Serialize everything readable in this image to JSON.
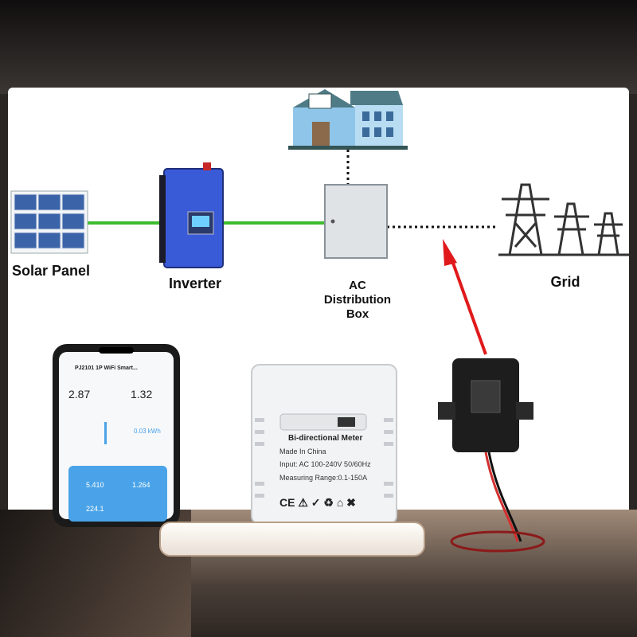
{
  "labels": {
    "solar_panel": "Solar Panel",
    "inverter": "Inverter",
    "ac_box": "AC\nDistribution\nBox",
    "grid": "Grid"
  },
  "phone": {
    "title": "PJ2101 1P WiFi Smart...",
    "value_left": "2.87",
    "value_right": "1.32",
    "kwh": "0.03 kWh",
    "tile1": "5.410",
    "tile2": "1.264",
    "tile3": "224.1"
  },
  "meter": {
    "title": "Bi-directional Meter",
    "made_in": "Made In China",
    "input": "Input: AC 100-240V 50/60Hz",
    "range": "Measuring Range:0.1-150A"
  },
  "colors": {
    "green_line": "#3dbb2f",
    "arrow": "#e0191b",
    "inverter": "#3a5bd8",
    "house_wall": "#8fc5e8",
    "roof": "#4f7b86"
  }
}
